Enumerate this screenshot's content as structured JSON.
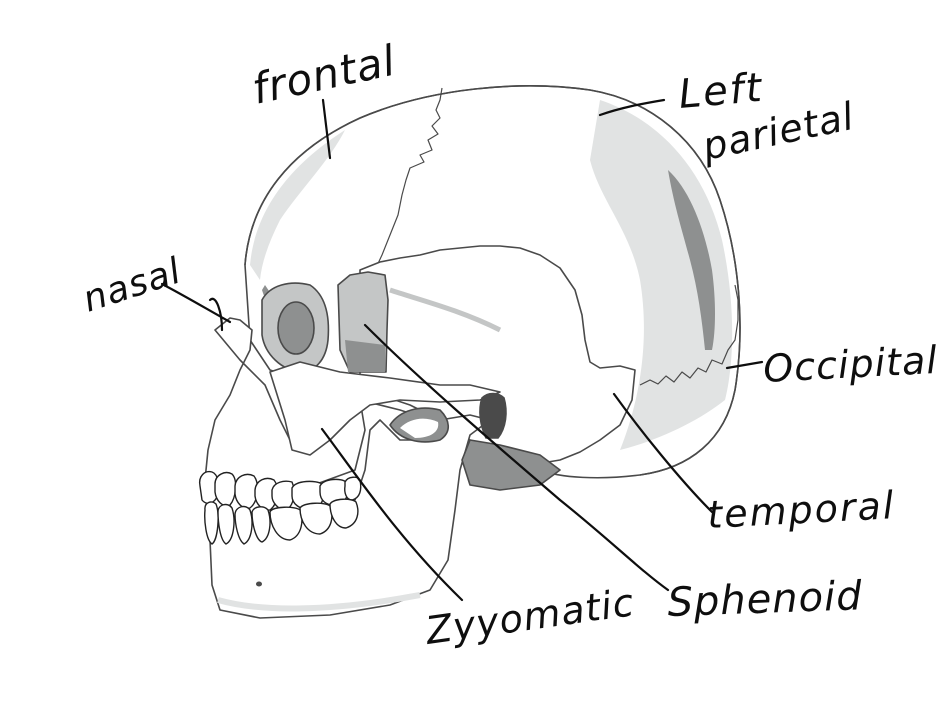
{
  "diagram": {
    "title": "Human skull lateral view, labeled bones",
    "colors": {
      "background": "#ffffff",
      "bone_light": "#ffffff",
      "shade_light": "#e1e3e3",
      "shade_mid": "#c4c6c6",
      "shade_dark": "#8e9090",
      "outline": "#4a4a4a",
      "ink": "#0e0e0e"
    },
    "labels": [
      {
        "id": "frontal",
        "text": "frontal"
      },
      {
        "id": "left-parietal-1",
        "text": "Left"
      },
      {
        "id": "left-parietal-2",
        "text": "parietal"
      },
      {
        "id": "nasal",
        "text": "nasal"
      },
      {
        "id": "occipital",
        "text": "Occipital"
      },
      {
        "id": "temporal",
        "text": "temporal"
      },
      {
        "id": "zygomatic",
        "text": "Zyyomatic"
      },
      {
        "id": "sphenoid",
        "text": "Sphenoid"
      }
    ]
  }
}
